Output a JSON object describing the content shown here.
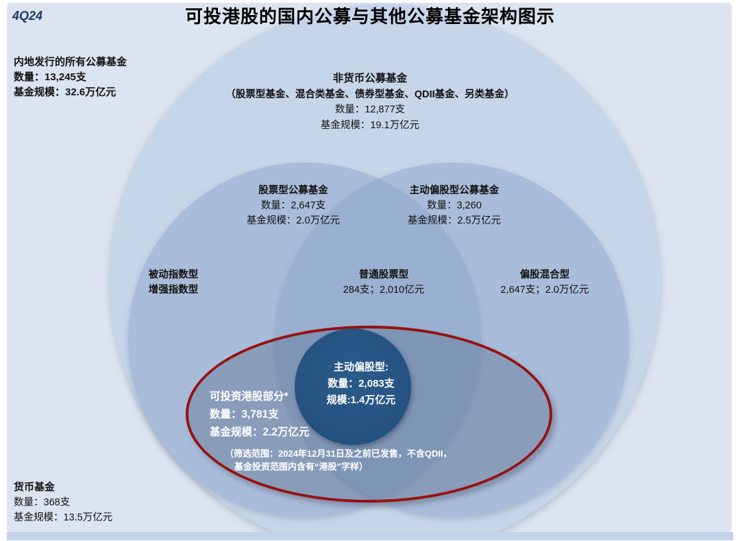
{
  "page": {
    "tag": "4Q24",
    "title": "可投港股的国内公募与其他公募基金架构图示"
  },
  "colors": {
    "canvas": "#ffffff",
    "all_funds_fill": "#dbe4f0",
    "non_money_fill": "#c7d5e9",
    "equity_fill": "#8da5cb",
    "hk_ellipse_fill": "rgba(70,92,124,0.32)",
    "hk_ellipse_border": "#951210",
    "active_subset_fill": "#24517f",
    "footer_bar": "#c2d3ea",
    "tag_text": "#1f3864"
  },
  "all_funds": {
    "title": "内地发行的所有公募基金",
    "count": "数量：13,245支",
    "scale": "基金规模：32.6万亿元"
  },
  "non_money": {
    "title": "非货币公募基金",
    "subtitle": "（股票型基金、混合类基金、债券型基金、QDII基金、另类基金）",
    "count": "数量：12,877支",
    "scale": "基金规模：19.1万亿元"
  },
  "equity": {
    "title": "股票型公募基金",
    "count": "数量：2,647支",
    "scale": "基金规模：2.0万亿元"
  },
  "active_equity": {
    "title": "主动偏股型公募基金",
    "count": "数量：3,260",
    "scale": "基金规模：2.5万亿元"
  },
  "passive_index": {
    "line1": "被动指数型",
    "line2": "增强指数型"
  },
  "common_stock": {
    "title": "普通股票型",
    "stats": "284支；2,010亿元"
  },
  "balanced_hybrid": {
    "title": "偏股混合型",
    "stats": "2,647支；2.0万亿元"
  },
  "hk_investable": {
    "title": "可投资港股部分*",
    "count": "数量：3,781支",
    "scale": "基金规模：2.2万亿元"
  },
  "active_subset": {
    "title": "主动偏股型:",
    "count": "数量：2,083支",
    "scale": "规模:1.4万亿元"
  },
  "note": {
    "line1": "（筛选范围：2024年12月31日及之前已发售，不含QDII，",
    "line2": "基金投资范围内含有“港股”字样）"
  },
  "money_fund": {
    "title": "货币基金",
    "count": "数量：368支",
    "scale": "基金规模：13.5万亿元"
  }
}
